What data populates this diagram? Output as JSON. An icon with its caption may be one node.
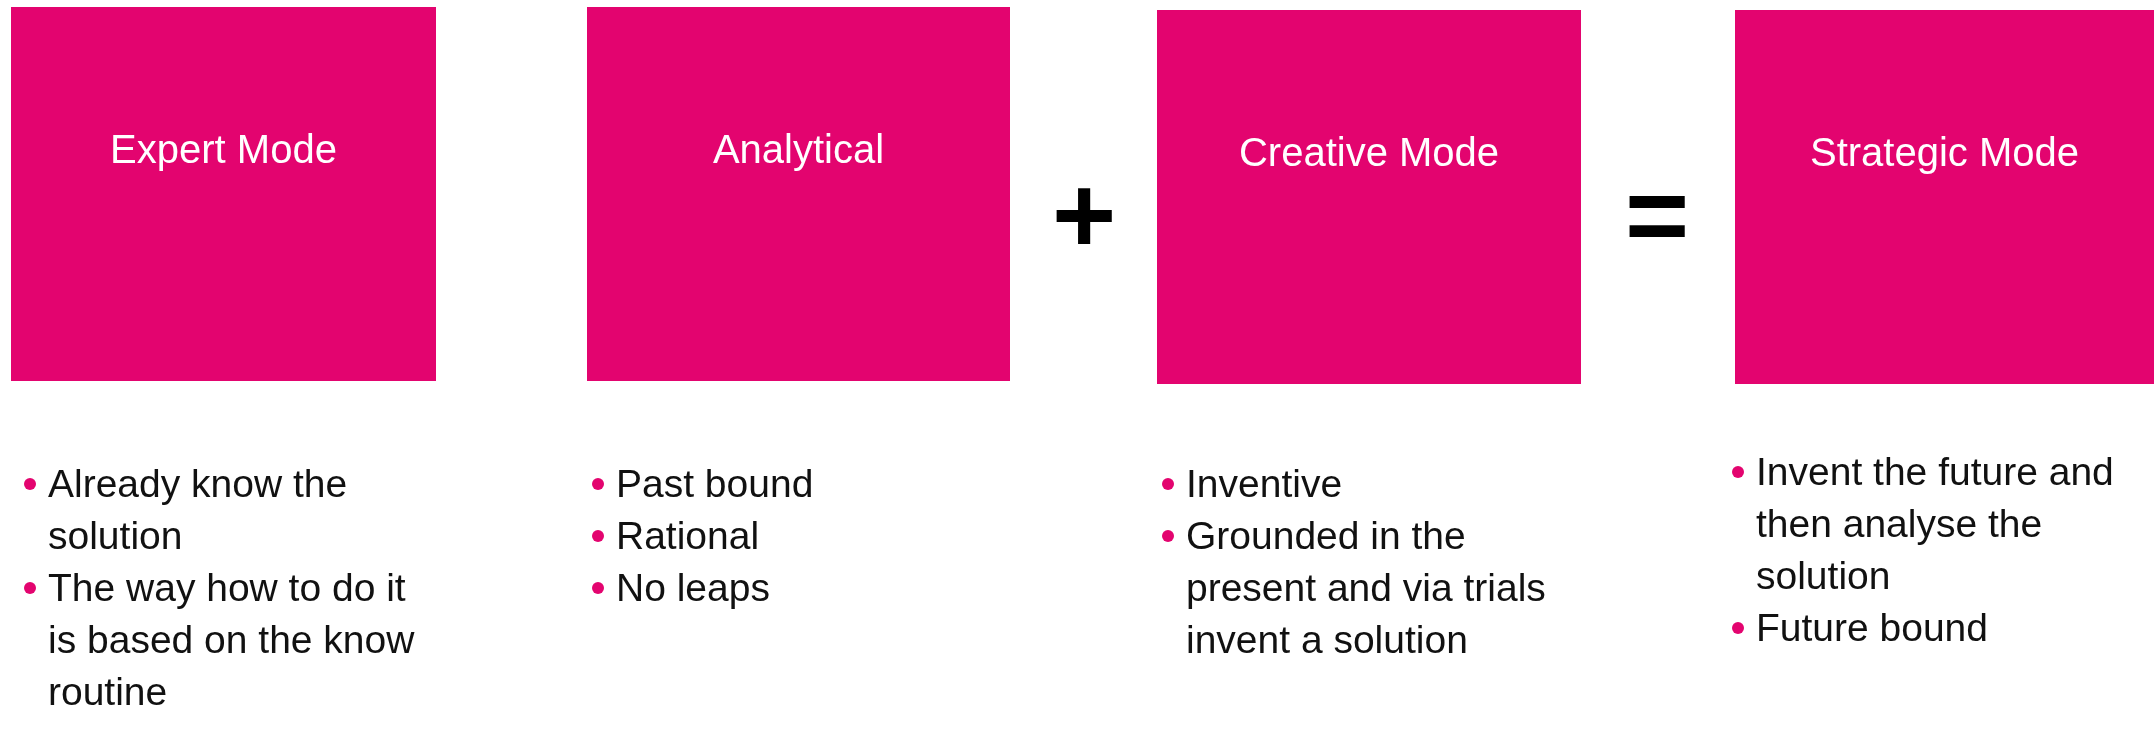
{
  "diagram": {
    "nodes": [
      {
        "text": [
          "Expert Mode"
        ],
        "beside": [
          "Already know the solution",
          "The way how to do it is based on the know routine"
        ]
      },
      {
        "text": [
          "Analytical"
        ],
        "beside": [
          "Past bound",
          "Rational",
          "No leaps"
        ]
      },
      {
        "text": [
          "Creative Mode"
        ],
        "beside": [
          "Inventive",
          "Grounded in the present and via trials invent a solution"
        ]
      },
      {
        "text": [
          "Strategic Mode"
        ],
        "beside": [
          "Invent the future and then analyse the solution",
          "Future bound"
        ]
      }
    ],
    "edges": [],
    "labels": [
      "+",
      "="
    ]
  }
}
